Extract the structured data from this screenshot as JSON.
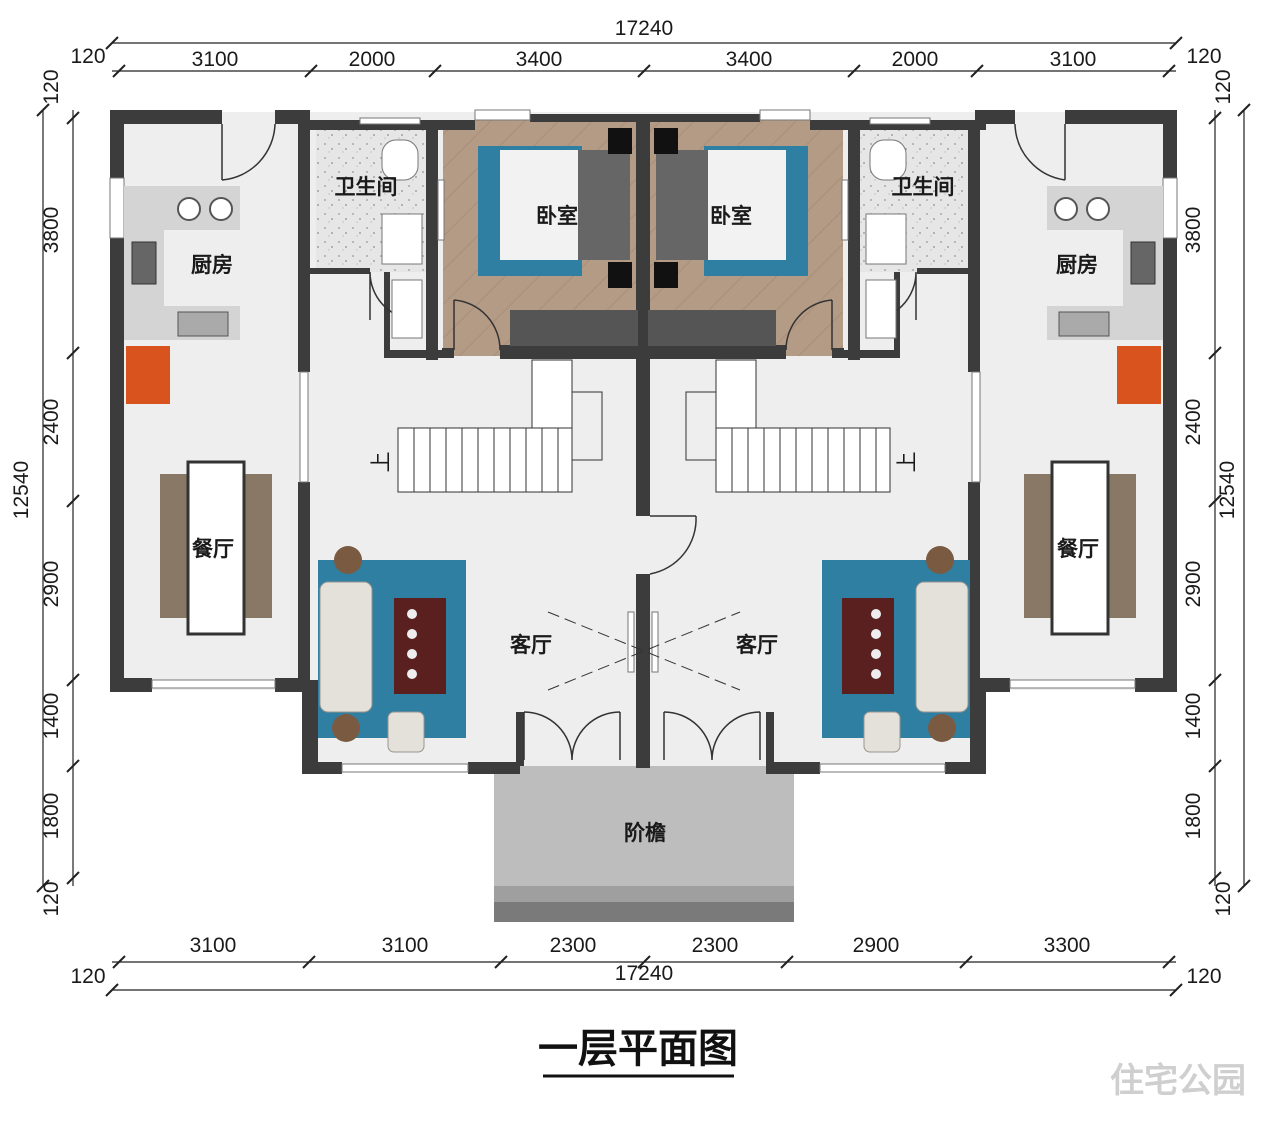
{
  "dimensions": {
    "top_overall": "17240",
    "top_left_offset": "120",
    "top_right_offset": "120",
    "top_segments": [
      "3100",
      "2000",
      "3400",
      "3400",
      "2000",
      "3100"
    ],
    "bottom_overall": "17240",
    "bottom_left_offset": "120",
    "bottom_right_offset": "120",
    "bottom_segments": [
      "3100",
      "3100",
      "2300",
      "2300",
      "2900",
      "3300"
    ],
    "left_overall": "12540",
    "left_top_offset": "120",
    "left_bottom_offset": "120",
    "left_segments": [
      "3800",
      "2400",
      "2900",
      "1400",
      "1800"
    ],
    "right_overall": "12540",
    "right_top_offset": "120",
    "right_bottom_offset": "120",
    "right_segments": [
      "3800",
      "2400",
      "2900",
      "1400",
      "1800"
    ]
  },
  "rooms": {
    "kitchen_left": "厨房",
    "kitchen_right": "厨房",
    "bathroom_left": "卫生间",
    "bathroom_right": "卫生间",
    "bedroom_left": "卧室",
    "bedroom_right": "卧室",
    "dining_left": "餐厅",
    "dining_right": "餐厅",
    "living_left": "客厅",
    "living_right": "客厅",
    "porch": "阶檐",
    "stair_up_left": "上",
    "stair_up_right": "上"
  },
  "title": "一层平面图",
  "watermark": "住宅公园",
  "colors": {
    "wall": "#3c3c3c",
    "floor": "#eeeeee",
    "wood_floor": "#b59c86",
    "rug": "#2f7fa3",
    "counter": "#d8d8d8",
    "fridge": "#d9531e",
    "porch": "#bdbdbd"
  }
}
